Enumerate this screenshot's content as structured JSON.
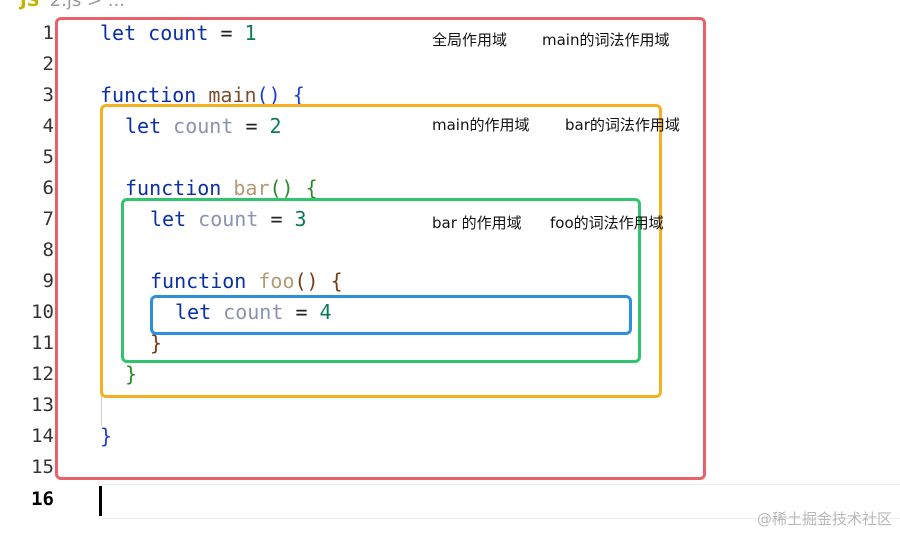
{
  "breadcrumb": {
    "lang": "JS",
    "file": "2.js",
    "sep": ">",
    "rest": "..."
  },
  "line_numbers": [
    "1",
    "2",
    "3",
    "4",
    "5",
    "6",
    "7",
    "8",
    "9",
    "10",
    "11",
    "12",
    "13",
    "14",
    "15",
    "16"
  ],
  "code": {
    "l1": {
      "kw": "let",
      "name": "count",
      "op": "=",
      "num": "1"
    },
    "l3": {
      "kw": "function",
      "name": "main",
      "paren": "()",
      "brace": "{"
    },
    "l4": {
      "kw": "let",
      "name": "count",
      "op": "=",
      "num": "2"
    },
    "l6": {
      "kw": "function",
      "name": "bar",
      "paren": "()",
      "brace": "{"
    },
    "l7": {
      "kw": "let",
      "name": "count",
      "op": "=",
      "num": "3"
    },
    "l9": {
      "kw": "function",
      "name": "foo",
      "paren": "()",
      "brace": "{"
    },
    "l10": {
      "kw": "let",
      "name": "count",
      "op": "=",
      "num": "4"
    },
    "l11": "}",
    "l12": "}",
    "l14": "}"
  },
  "annotations": {
    "global": {
      "scope": "全局作用域",
      "lexical": "main的词法作用域"
    },
    "main": {
      "scope": "main的作用域",
      "lexical": "bar的词法作用域"
    },
    "bar": {
      "scope": "bar 的作用域",
      "lexical": "foo的词法作用域"
    }
  },
  "box_colors": {
    "global": "#e8616b",
    "main": "#f5b021",
    "bar": "#2fc46d",
    "foo": "#2d8fe0"
  },
  "watermark": "@稀土掘金技术社区"
}
